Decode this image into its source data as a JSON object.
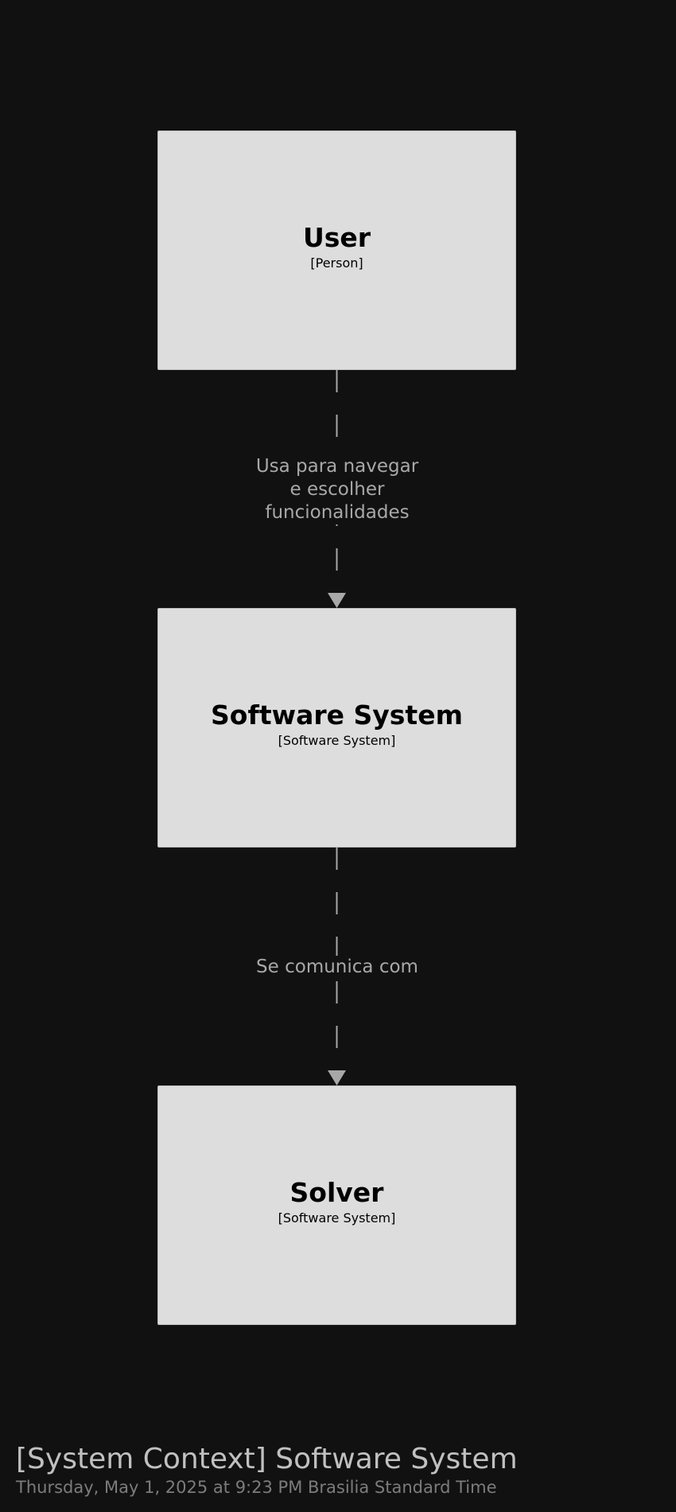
{
  "diagram": {
    "nodes": [
      {
        "id": "user",
        "title": "User",
        "type": "[Person]"
      },
      {
        "id": "software-system",
        "title": "Software System",
        "type": "[Software System]"
      },
      {
        "id": "solver",
        "title": "Solver",
        "type": "[Software System]"
      }
    ],
    "edges": [
      {
        "from": "user",
        "to": "software-system",
        "label": "Usa para navegar\ne escolher\nfuncionalidades"
      },
      {
        "from": "software-system",
        "to": "solver",
        "label": "Se comunica com"
      }
    ]
  },
  "footer": {
    "title": "[System Context] Software System",
    "subtitle": "Thursday, May 1, 2025 at 9:23 PM Brasilia Standard Time"
  },
  "colors": {
    "background": "#111111",
    "node_fill": "#dddddd",
    "edge": "#a8a8a8"
  }
}
